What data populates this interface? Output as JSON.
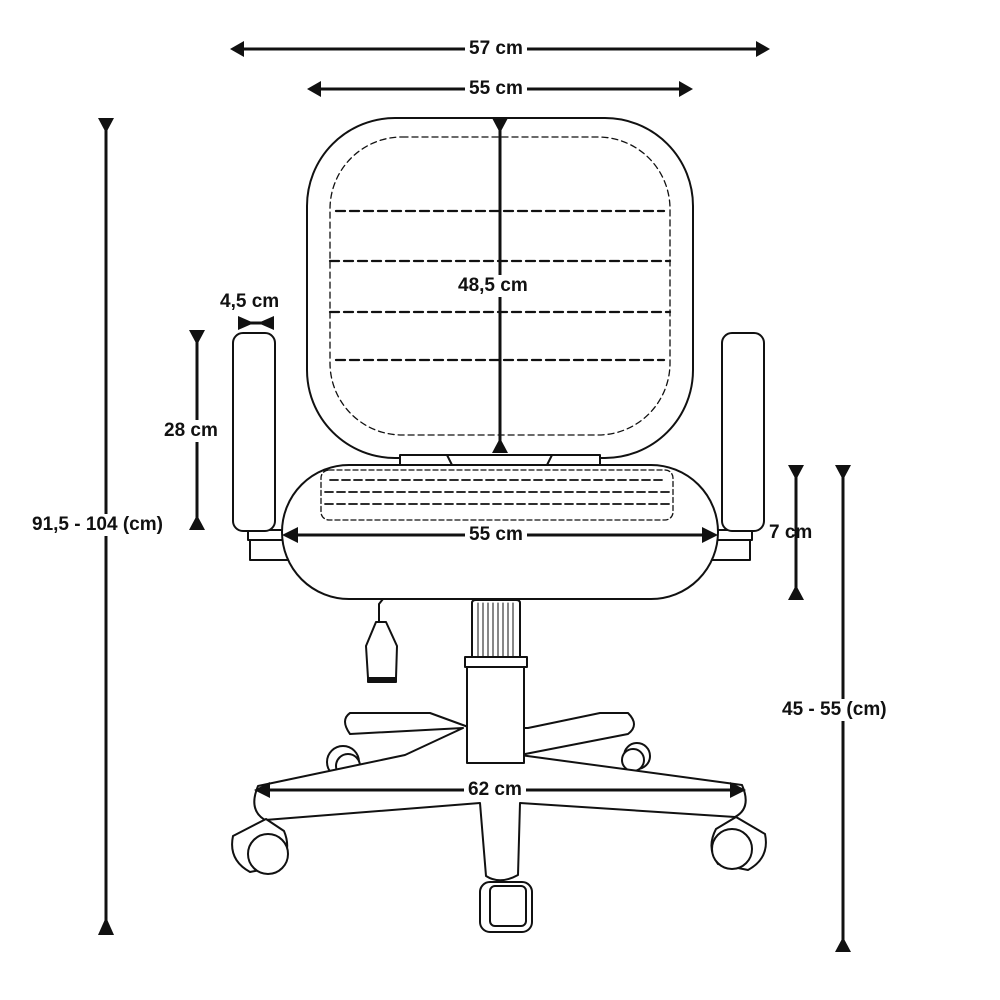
{
  "colors": {
    "line": "#111111",
    "background": "#ffffff"
  },
  "dimensions": {
    "overall_width": "57 cm",
    "backrest_width": "55 cm",
    "backrest_height": "48,5 cm",
    "armrest_width": "4,5 cm",
    "armrest_length": "28 cm",
    "total_height": "91,5 - 104 (cm)",
    "seat_width": "55 cm",
    "seat_thickness": "7 cm",
    "seat_height": "45 - 55 (cm)",
    "base_diameter": "62 cm"
  }
}
